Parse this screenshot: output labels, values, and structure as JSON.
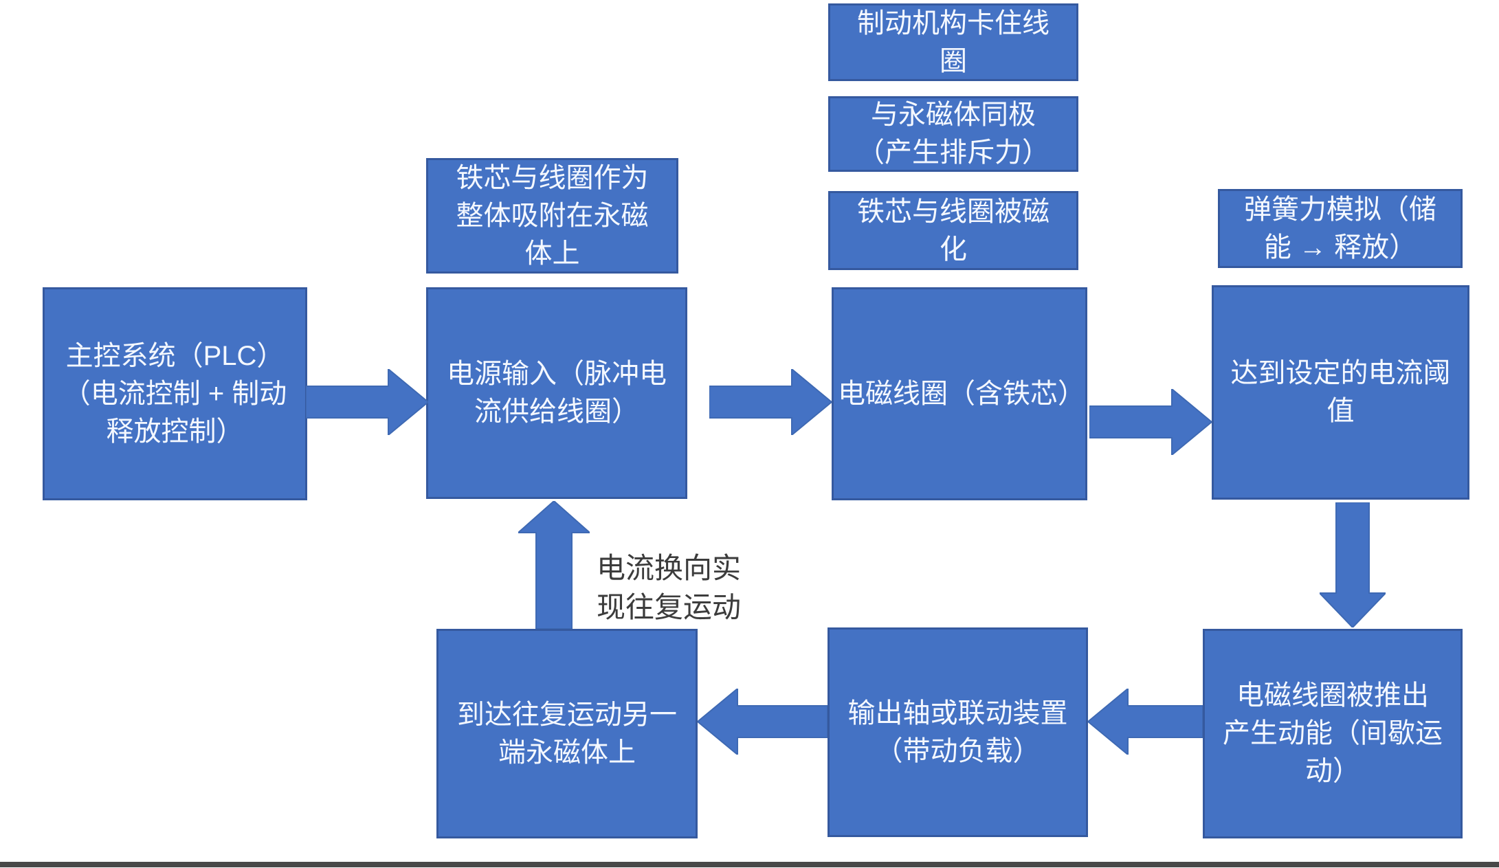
{
  "diagram": {
    "colors": {
      "shape_fill": "#4472C4",
      "shape_border": "#35599F",
      "shape_text": "#F4F8FF",
      "annotation_text": "#3C3C3C",
      "bottom_edge": "#484848"
    },
    "notes": {
      "brake": "制动机构卡住线\n圈",
      "same_pole": "与永磁体同极\n（产生排斥力）",
      "magnetized": "铁芯与线圈被磁\n化",
      "adsorbed": "铁芯与线圈作为\n整体吸附在永磁\n体上",
      "spring": "弹簧力模拟（储\n能 → 释放）"
    },
    "main_flow": {
      "plc": "主控系统（PLC）\n（电流控制 + 制动\n释放控制）",
      "power": "电源输入（脉冲电\n流供给线圈）",
      "coil": "电磁线圈（含铁芯）",
      "threshold": "达到设定的电流阈\n值"
    },
    "bottom_flow": {
      "pushed": "电磁线圈被推出\n产生动能（间歇运\n动）",
      "output": "输出轴或联动装置\n（带动负载）",
      "reach": "到达往复运动另一\n端永磁体上"
    },
    "feedback_label": "电流换向实\n现往复运动"
  }
}
